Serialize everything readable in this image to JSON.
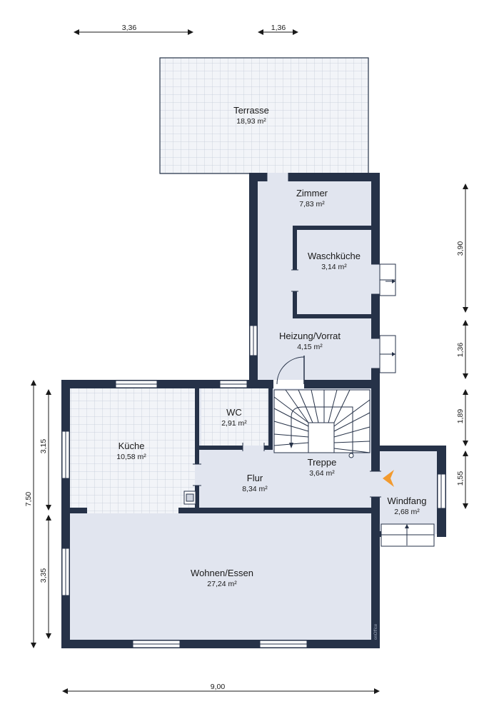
{
  "colors": {
    "wall": "#263248",
    "floor": "#e1e5ef",
    "tile_line": "#c4cbd8",
    "window": "#ffffff",
    "door_line": "#263248",
    "entrance_marker": "#f29a2e",
    "dimension": "#1a1a1a"
  },
  "rooms": {
    "terrasse": {
      "name": "Terrasse",
      "area": "18,93 m²"
    },
    "zimmer": {
      "name": "Zimmer",
      "area": "7,83 m²"
    },
    "waschkueche": {
      "name": "Waschküche",
      "area": "3,14 m²"
    },
    "heizung": {
      "name": "Heizung/Vorrat",
      "area": "4,15 m²"
    },
    "wc": {
      "name": "WC",
      "area": "2,91 m²"
    },
    "kueche": {
      "name": "Küche",
      "area": "10,58 m²"
    },
    "treppe": {
      "name": "Treppe",
      "area": "3,64 m²"
    },
    "flur": {
      "name": "Flur",
      "area": "8,34 m²"
    },
    "windfang": {
      "name": "Windfang",
      "area": "2,68 m²"
    },
    "wohnen": {
      "name": "Wohnen/Essen",
      "area": "27,24 m²"
    }
  },
  "dimensions": {
    "top_left": "3,36",
    "top_right": "1,36",
    "right_1": "3,90",
    "right_2": "1,36",
    "right_3": "1,89",
    "right_4": "1,55",
    "left_total": "7,50",
    "left_upper": "3,15",
    "left_lower": "3,35",
    "bottom": "9,00"
  },
  "watermark": "onOffice",
  "icons": {
    "entrance": "entrance-arrow-icon",
    "stove": "stove-icon",
    "staircase_arrow": "stair-direction-arrow-icon"
  }
}
